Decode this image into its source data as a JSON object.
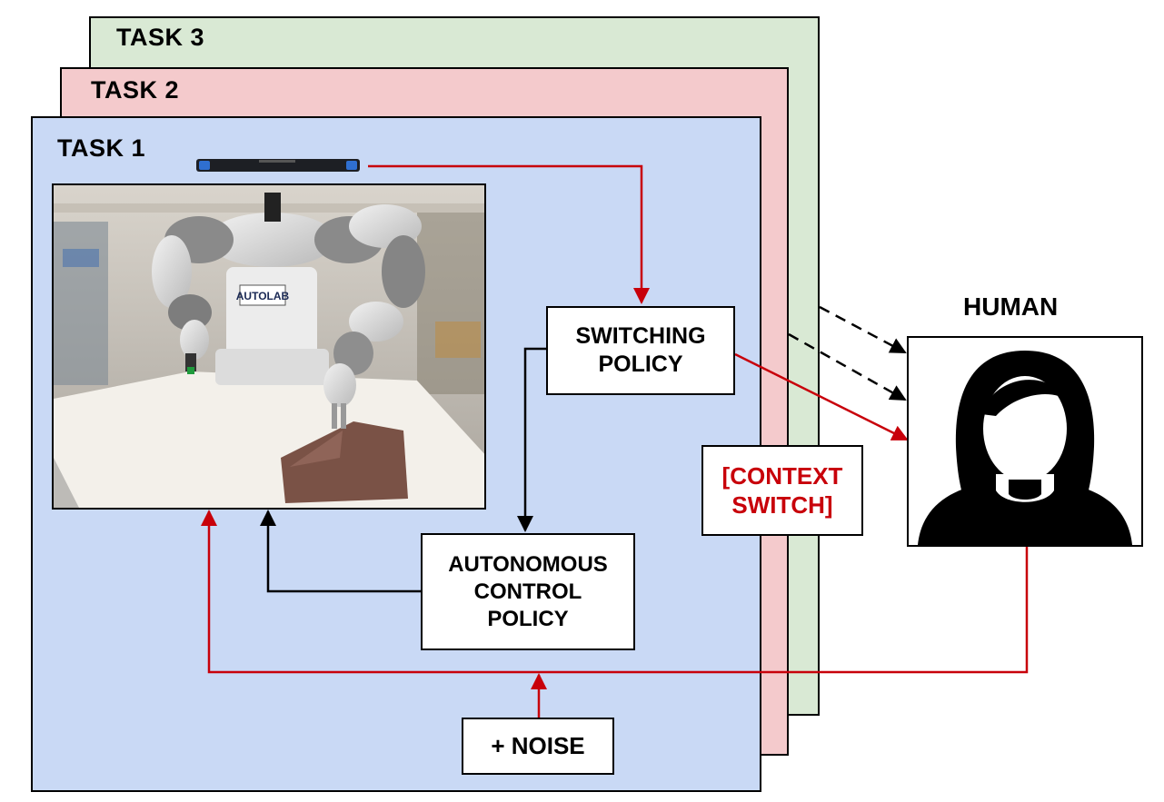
{
  "panels": {
    "task3": "TASK 3",
    "task2": "TASK 2",
    "task1": "TASK 1"
  },
  "boxes": {
    "switching_policy": "SWITCHING\nPOLICY",
    "autonomous_policy": "AUTONOMOUS\nCONTROL\nPOLICY",
    "noise": "+ NOISE",
    "context_switch": "[CONTEXT\nSWITCH]"
  },
  "photo": {
    "logo": "AUTOLAB"
  },
  "human": {
    "label": "HUMAN"
  },
  "colors": {
    "task1_bg": "#c9d9f5",
    "task2_bg": "#f4cacc",
    "task3_bg": "#d9e9d4",
    "red_arrow": "#c8000a",
    "black_arrow": "#000000"
  }
}
